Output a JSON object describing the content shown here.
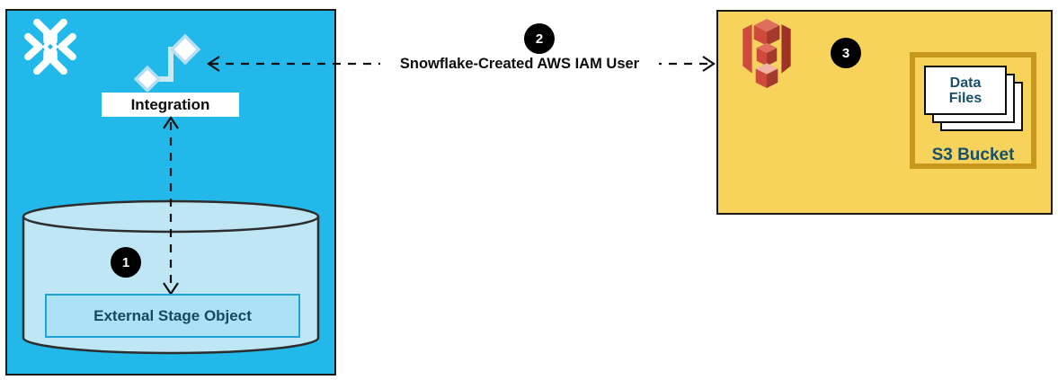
{
  "snowflake_panel": {
    "integration_label": "Integration",
    "external_stage_label": "External Stage Object",
    "step_badge": "1",
    "fill": "#22B8E9",
    "icons": {
      "logo": "snowflake-logo",
      "integration": "integration-connector",
      "stage_container": "database-cylinder"
    }
  },
  "connector": {
    "label": "Snowflake-Created AWS IAM User",
    "step_badge": "2",
    "style": "dashed-double-arrow"
  },
  "aws_panel": {
    "step_badge": "3",
    "data_files_label": {
      "line1": "Data",
      "line2": "Files"
    },
    "s3_bucket_label": "S3 Bucket",
    "fill": "#F8D35C",
    "icons": {
      "s3": "s3-bucket"
    }
  },
  "colors": {
    "snowflake_blue": "#22B8E9",
    "cylinder_fill": "#BFE6F4",
    "stage_fill": "#ADE1F5",
    "stage_border": "#1CA3DA",
    "teal_text": "#175169",
    "aws_yellow": "#F8D35C",
    "bucket_gold": "#C7981B",
    "s3_red": "#CE4A3C",
    "badge_black": "#000000"
  }
}
